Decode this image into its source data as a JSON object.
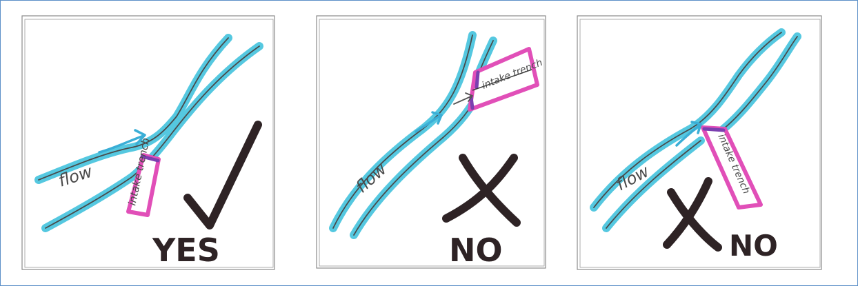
{
  "panels": [
    {
      "flow_label": "flow",
      "trench_label": "intake trench",
      "verdict": "YES",
      "mark": "check-mark"
    },
    {
      "flow_label": "flow",
      "trench_label": "intake trench",
      "verdict": "NO",
      "mark": "x-mark"
    },
    {
      "flow_label": "flow",
      "trench_label": "intake trench",
      "verdict": "NO",
      "mark": "x-mark"
    }
  ],
  "colors": {
    "water": "#55c8e0",
    "trench": "#e14fb8",
    "ink": "#2e2325",
    "border": "#5b8fc7"
  }
}
